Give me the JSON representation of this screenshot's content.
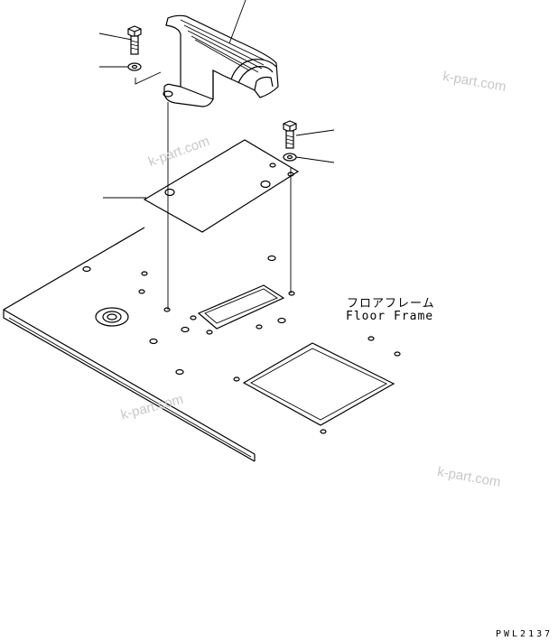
{
  "labels": {
    "floor_frame_jp": "フロアフレーム",
    "floor_frame_en": "Floor Frame"
  },
  "watermarks": [
    "k-part.com",
    "k-part.com",
    "k-part.com",
    "k-part.com"
  ],
  "drawing_code": "PWL2137",
  "colors": {
    "line": "#000000",
    "watermark": "#c8c8c8"
  }
}
